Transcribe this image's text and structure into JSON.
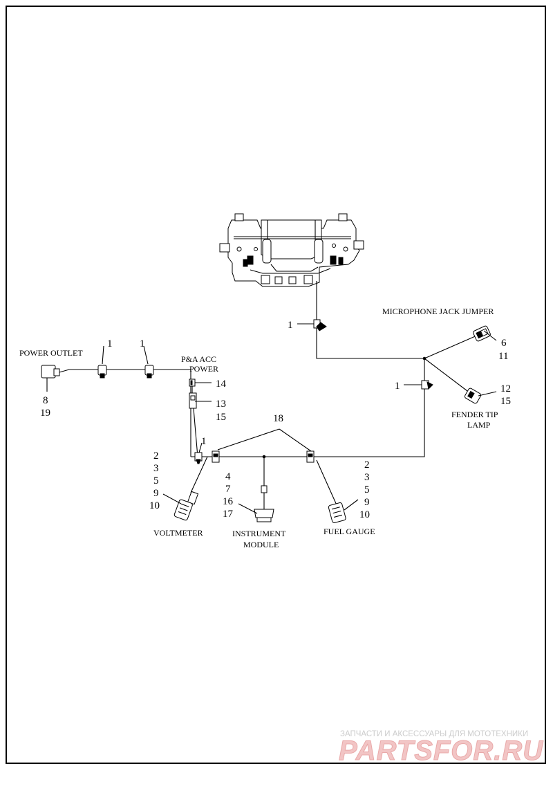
{
  "labels": {
    "power_outlet": "POWER OUTLET",
    "pa_acc_power_1": "P&A ACC",
    "pa_acc_power_2": "POWER",
    "microphone_jack_jumper": "MICROPHONE JACK JUMPER",
    "fender_tip_lamp_1": "FENDER TIP",
    "fender_tip_lamp_2": "LAMP",
    "voltmeter": "VOLTMETER",
    "instrument_module_1": "INSTRUMENT",
    "instrument_module_2": "MODULE",
    "fuel_gauge": "FUEL GAUGE"
  },
  "callouts": {
    "top_clip": "1",
    "mic_a": "6",
    "mic_b": "11",
    "right_clip": "1",
    "lamp_a": "12",
    "lamp_b": "15",
    "outlet_clip_1": "1",
    "outlet_clip_2": "1",
    "outlet_a": "8",
    "outlet_b": "19",
    "acc_a": "14",
    "acc_b": "13",
    "acc_c": "15",
    "mid_clip": "1",
    "n18": "18",
    "volt_a": "2",
    "volt_b": "3",
    "volt_c": "5",
    "volt_d": "9",
    "volt_e": "10",
    "inst_a": "4",
    "inst_b": "7",
    "inst_c": "16",
    "inst_d": "17",
    "fuel_a": "2",
    "fuel_b": "3",
    "fuel_c": "5",
    "fuel_d": "9",
    "fuel_e": "10"
  },
  "watermark": {
    "tagline": "ЗАПЧАСТИ И АКСЕССУАРЫ ДЛЯ МОТОТЕХНИКИ",
    "logo": "PARTSFOR.RU"
  }
}
